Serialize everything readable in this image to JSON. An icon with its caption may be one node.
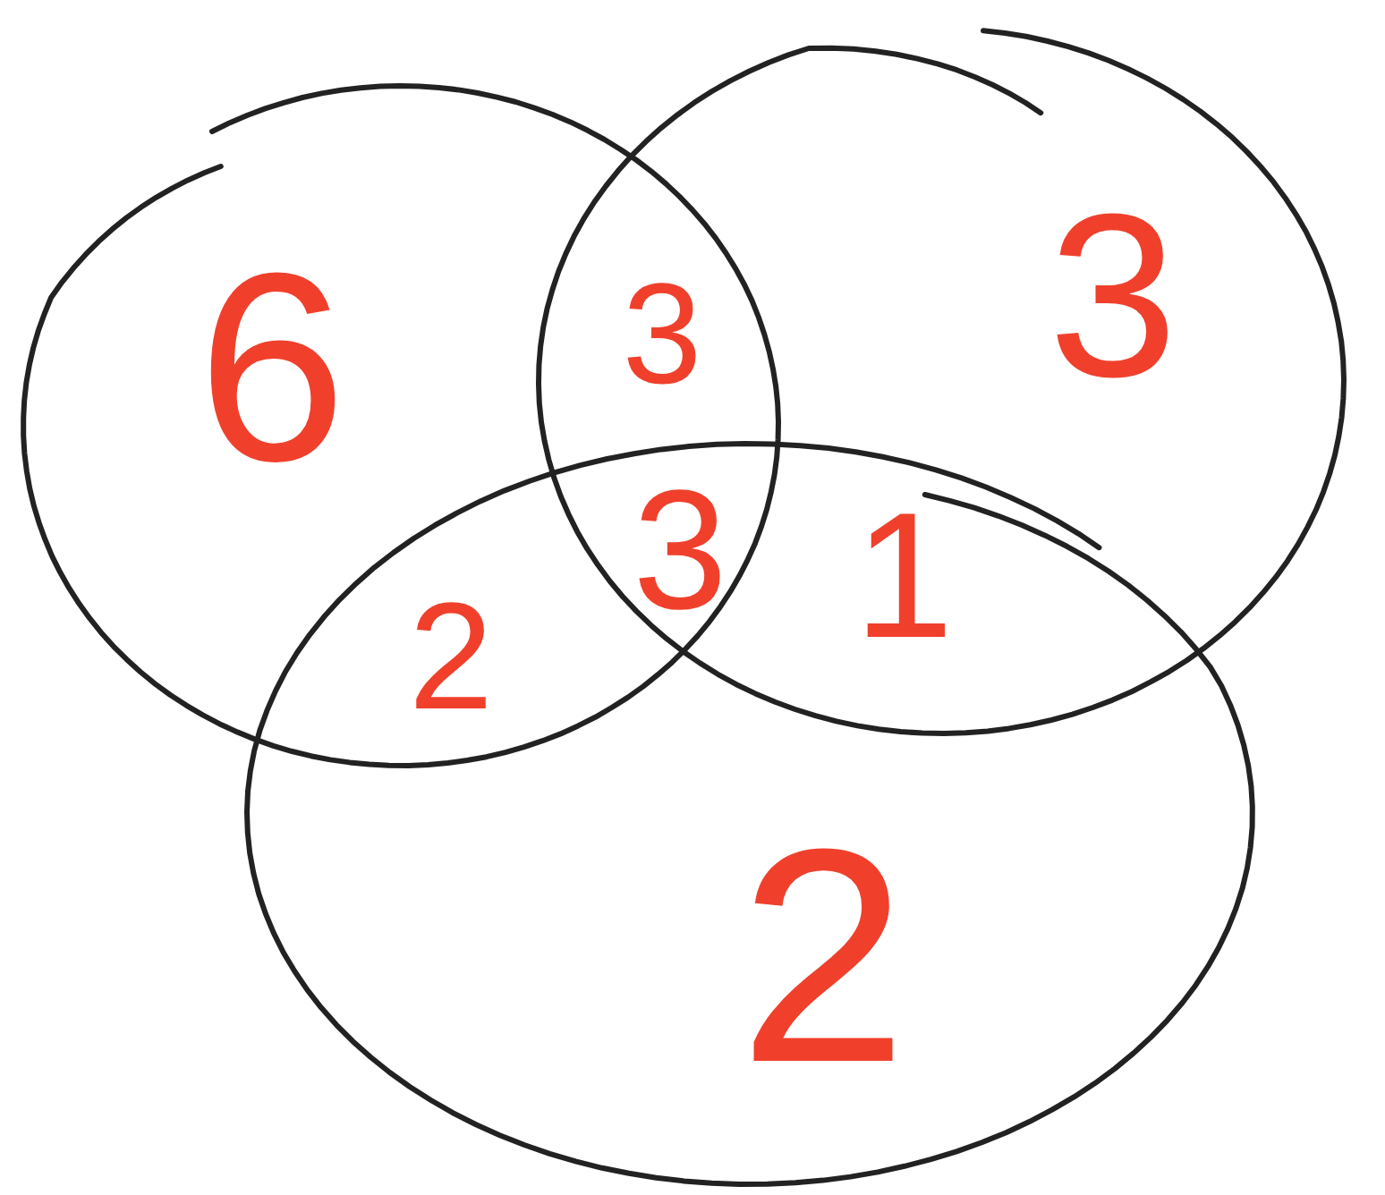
{
  "diagram": {
    "nodes": [
      {
        "text": [],
        "shape": "circle"
      },
      {
        "text": [],
        "shape": "circle"
      },
      {
        "text": [],
        "shape": "circle"
      }
    ],
    "labels": [
      "6",
      "3",
      "3",
      "2",
      "3",
      "1",
      "2"
    ]
  }
}
